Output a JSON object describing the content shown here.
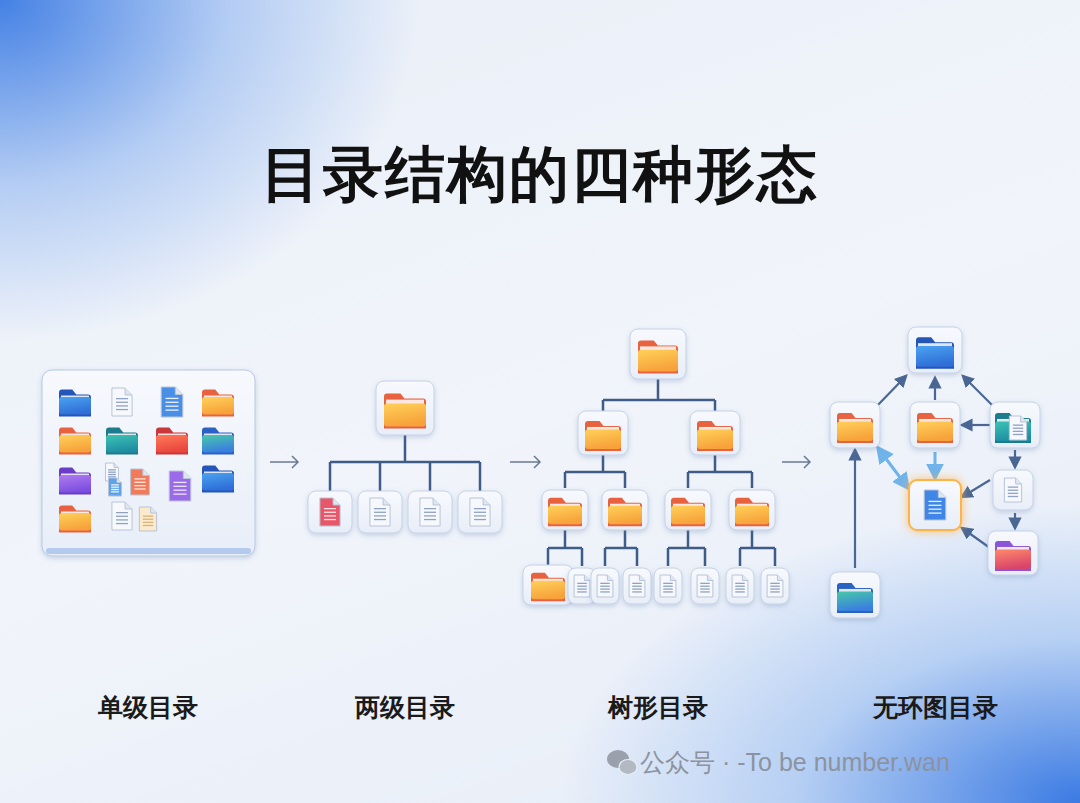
{
  "diagram": {
    "title": "目录结构的四种形态",
    "labels": [
      "单级目录",
      "两级目录",
      "树形目录",
      "无环图目录",
      "公众号 · -To be number.wan"
    ]
  }
}
